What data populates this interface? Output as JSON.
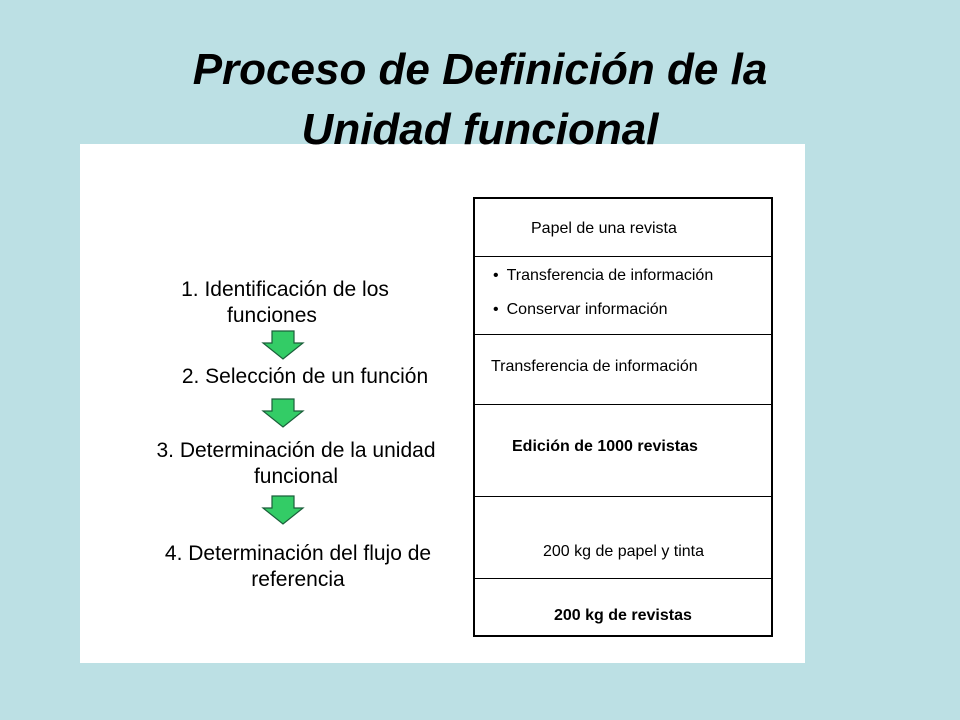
{
  "title": {
    "line1": "Proceso de Definición de la",
    "line2": "Unidad funcional"
  },
  "steps": [
    {
      "line1": "1. Identificación de los",
      "line2": "funciones"
    },
    {
      "line1": "2. Selección de un función"
    },
    {
      "line1": "3. Determinación de la unidad",
      "line2": "funcional"
    },
    {
      "line1": "4. Determinación del flujo de",
      "line2": "referencia"
    }
  ],
  "box": {
    "row1": "Papel de una revista",
    "row2_bullets": [
      "Transferencia de información",
      "Conservar información"
    ],
    "row3": "Transferencia de información",
    "row4": "Edición de 1000 revistas",
    "row5": "200 kg de papel y tinta",
    "row6": "200 kg de revistas"
  },
  "colors": {
    "background": "#bce0e4",
    "arrow_fill": "#33cc66",
    "arrow_stroke": "#1a5f3a"
  },
  "icons": {
    "arrow": "down-arrow-icon"
  }
}
